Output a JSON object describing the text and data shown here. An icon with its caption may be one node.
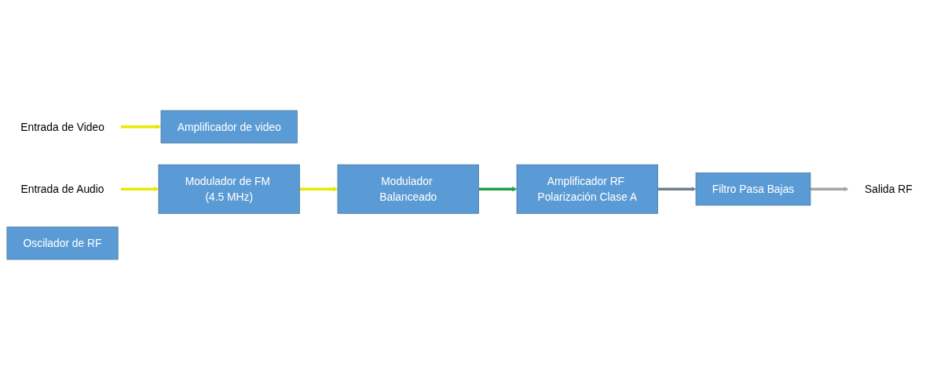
{
  "diagram": {
    "nodes": [
      {
        "text": [
          "Entrada de  Video"
        ]
      },
      {
        "text": [
          "Amplificador de video"
        ]
      },
      {
        "text": [
          "Entrada de Audio"
        ]
      },
      {
        "text": [
          "Modulador de FM (4.5 MHz)"
        ]
      },
      {
        "text": [
          "Oscilador de RF"
        ]
      },
      {
        "text": [
          "Modulador Balanceado"
        ]
      },
      {
        "text": [
          "Amplificador RF Polarización Clase A"
        ]
      },
      {
        "text": [
          "Filtro Pasa Bajas"
        ]
      },
      {
        "text": [
          "Salida RF"
        ]
      }
    ],
    "edges": [
      {
        "from": 0,
        "to": 1,
        "arrow": "to"
      },
      {
        "from": 2,
        "to": 3,
        "arrow": "to"
      },
      {
        "from": 3,
        "to": 5,
        "arrow": "to"
      },
      {
        "from": 5,
        "to": 6,
        "arrow": "to",
        "color": "#1f9e45"
      },
      {
        "from": 6,
        "to": 7,
        "arrow": "to",
        "color": "#6f7f8f"
      },
      {
        "from": 7,
        "to": 8,
        "arrow": "to",
        "color": "#a6a6a6"
      }
    ]
  }
}
